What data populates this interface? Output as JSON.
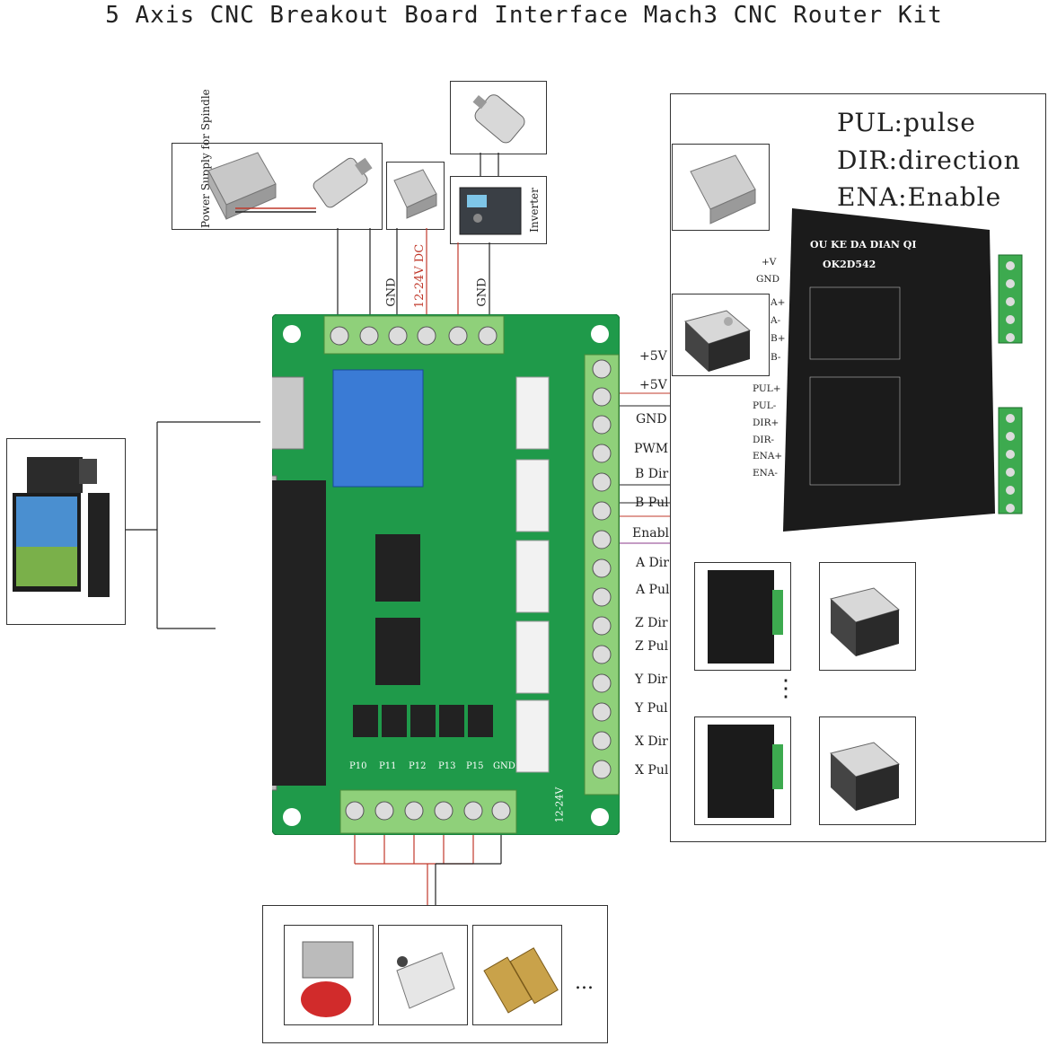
{
  "title": "5 Axis CNC Breakout Board Interface Mach3 CNC Router Kit",
  "spindle_psu_label": "Power Supply for Spindle",
  "inverter_label": "Inverter",
  "power_labels": {
    "gnd1": "GND",
    "vdc": "12-24V DC",
    "gnd2": "GND"
  },
  "legend": {
    "pul": "PUL:pulse",
    "dir": "DIR:direction",
    "ena": "ENA:Enable"
  },
  "board_signals": [
    "+5V",
    "+5V",
    "GND",
    "PWM",
    "B Dir",
    "B Pul",
    "Enabl",
    "A Dir",
    "A Pul",
    "Z Dir",
    "Z Pul",
    "Y Dir",
    "Y Pul",
    "X Dir",
    "X Pul"
  ],
  "driver": {
    "brand": "OU KE DA DIAN QI",
    "model": "OK2D542",
    "power_pins": [
      "+V",
      "GND"
    ],
    "motor_pins": [
      "A+",
      "A-",
      "B+",
      "B-"
    ],
    "signal_pins": [
      "PUL+",
      "PUL-",
      "DIR+",
      "DIR-",
      "ENA+",
      "ENA-"
    ]
  },
  "board_bottom_labels": [
    "P10",
    "P11",
    "P12",
    "P13",
    "P15",
    "GND"
  ],
  "board_voltage_label": "12-24V",
  "ellipsis": "...",
  "vertical_dots": "⋮",
  "colors": {
    "pcb": "#1f9a4a",
    "terminal": "#8fd07a",
    "wire_red": "#c0392b",
    "wire_purple": "#8a3a8a"
  }
}
